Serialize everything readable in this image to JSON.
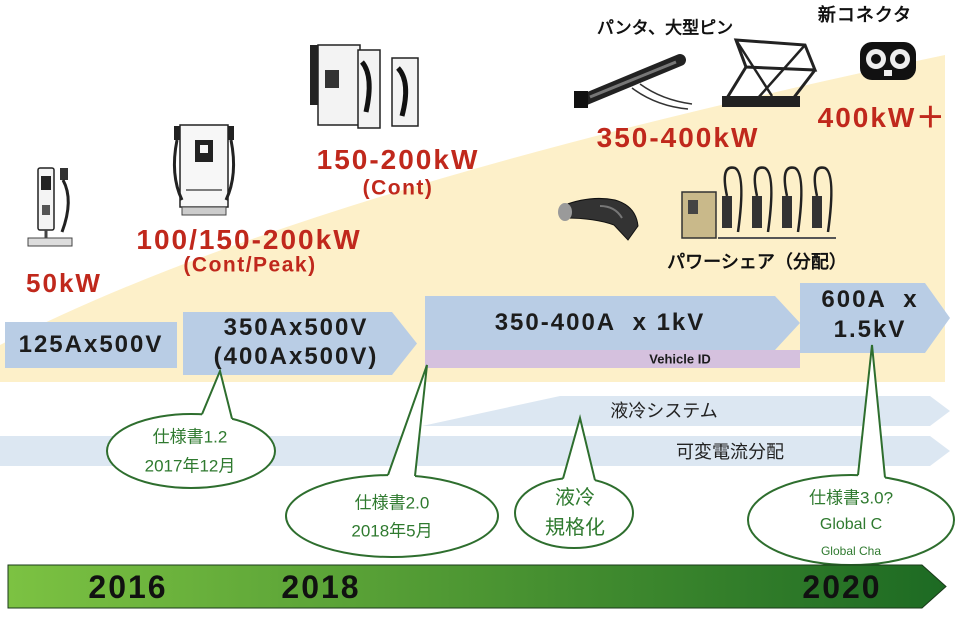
{
  "power_labels": {
    "kw50": "50kW",
    "kw100": "100/150-200kW",
    "kw100_note": "(Cont/Peak)",
    "kw150": "150-200kW",
    "kw150_note": "(Cont)",
    "kw350": "350-400kW",
    "kw400": "400kW＋"
  },
  "hardware_labels": {
    "pantograph": "パンタ、大型ピン",
    "new_connector": "新コネクタ",
    "power_share": "パワーシェア（分配）"
  },
  "spec_bars": {
    "gen1": "125Ax500V",
    "gen2": [
      "350Ax500V",
      "(400Ax500V)"
    ],
    "gen3": "350-400A  x 1kV",
    "vehicle_id": "Vehicle ID",
    "gen4": [
      "600A  x",
      "1.5kV"
    ]
  },
  "feature_bands": {
    "liquid_cooling": "液冷システム",
    "variable_current": "可変電流分配"
  },
  "callouts": {
    "spec12": [
      "仕様書1.2",
      "2017年12月"
    ],
    "spec20": [
      "仕様書2.0",
      "2018年5月"
    ],
    "liquid": [
      "液冷",
      "規格化"
    ],
    "spec30": [
      "仕様書3.0?",
      "Global C",
      "Global Cha"
    ]
  },
  "timeline": {
    "years": [
      "2016",
      "2018",
      "2020"
    ]
  },
  "images": {
    "charger_50kw": "charger-50kw-image",
    "charger_100kw": "charger-100kw-image",
    "charger_150kw": "charger-150kw-image",
    "pantograph_connector": "pantograph-connector-image",
    "pantograph_rig": "pantograph-rig-image",
    "new_connector": "new-connector-image",
    "charging_connector": "charging-connector-image",
    "power_share": "power-share-chargers-image"
  },
  "colors": {
    "power_red": "#c0281c",
    "spec_blue": "#b9cde5",
    "vehicle_id_purple": "#d5c1de",
    "feature_band": "#dce7f2",
    "area_beige": "#fdf0c9",
    "callout_green": "#2e6e2e",
    "timeline_start": "#7cc242",
    "timeline_end": "#1d6a23"
  }
}
